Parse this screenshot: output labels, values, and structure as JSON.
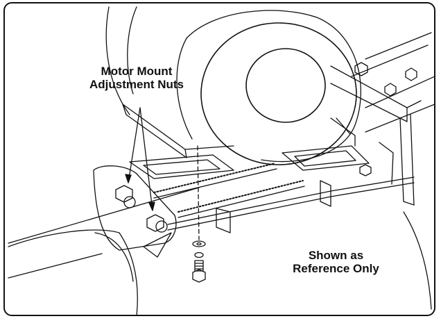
{
  "callout": {
    "line1": "Motor Mount",
    "line2": "Adjustment Nuts"
  },
  "note": {
    "line1": "Shown as",
    "line2": "Reference Only"
  },
  "colors": {
    "ink": "#111111",
    "paper": "#ffffff",
    "border": "#111111"
  }
}
